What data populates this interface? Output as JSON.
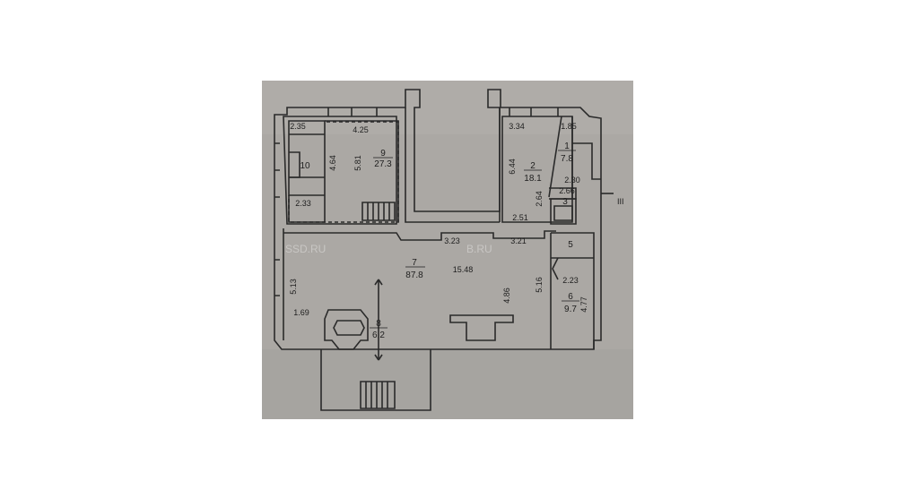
{
  "plan": {
    "watermark": "SSD.RU",
    "watermark_tail": "B.RU",
    "rooms": {
      "r1": {
        "number": "1",
        "area": "7.8"
      },
      "r2": {
        "number": "2",
        "area": "18.1"
      },
      "r3": {
        "number": "3"
      },
      "r5": {
        "number": "5"
      },
      "r6": {
        "number": "6",
        "area": "9.7"
      },
      "r7": {
        "number": "7",
        "area": "87.8"
      },
      "r8": {
        "number": "8",
        "area": "6.2"
      },
      "r9": {
        "number": "9",
        "area": "27.3"
      },
      "r10": {
        "number": "10"
      }
    },
    "dimensions": {
      "d_2_35": "2.35",
      "d_4_25": "4.25",
      "d_4_64": "4.64",
      "d_5_81": "5.81",
      "d_2_33": "2.33",
      "d_3_34": "3.34",
      "d_1_85": "1.85",
      "d_6_44": "6.44",
      "d_2_30": "2.30",
      "d_2_66": "2.66",
      "d_2_64": "2.64",
      "d_2_51": "2.51",
      "d_3_23": "3.23",
      "d_3_21": "3.21",
      "d_15_48": "15.48",
      "d_5_13": "5.13",
      "d_4_86": "4.86",
      "d_5_16": "5.16",
      "d_2_23": "2.23",
      "d_4_77": "4.77",
      "d_1_69": "1.69"
    },
    "marker": "III"
  }
}
